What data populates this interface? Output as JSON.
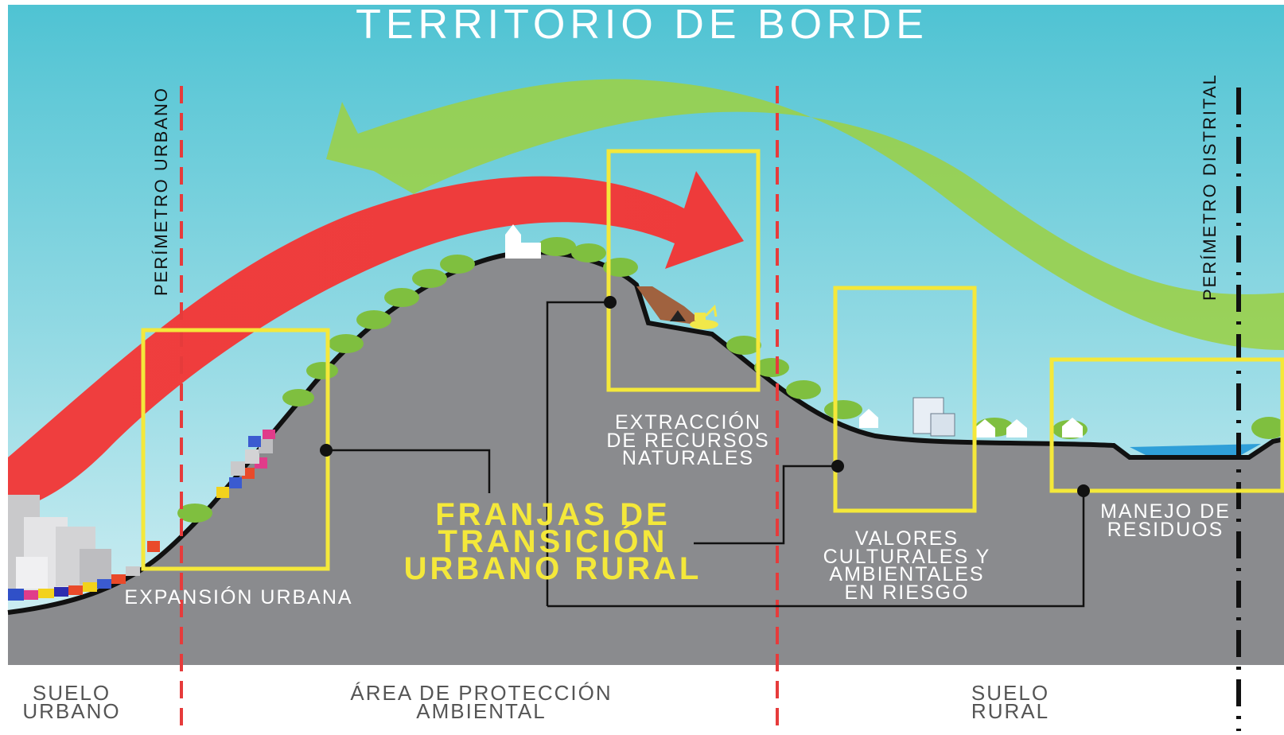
{
  "title": "TERRITORIO DE BORDE",
  "perimeters": {
    "urbano": "PERÍMETRO URBANO",
    "distrital": "PERÍMETRO DISTRITAL"
  },
  "labels": {
    "expansion": "EXPANSIÓN URBANA",
    "extraccion": "EXTRACCIÓN\nDE RECURSOS\nNATURALES",
    "valores": "VALORES\nCULTURALES Y\nAMBIENTALES\nEN RIESGO",
    "residuos": "MANEJO DE\nRESIDUOS",
    "franjas": "FRANJAS DE\nTRANSICIÓN\nURBANO RURAL"
  },
  "zones": {
    "urbano": "SUELO\nURBANO",
    "proteccion": "ÁREA DE PROTECCIÓN\nAMBIENTAL",
    "rural": "SUELO\nRURAL"
  },
  "colors": {
    "sky_top": "#4fc3d3",
    "sky_bottom": "#cfeef3",
    "ground": "#8a8b8e",
    "red_arrow": "#ef3e3e",
    "green_arrow": "#9ad04a",
    "highlight_box": "#f4e83a",
    "perimeter_urbano": "#e63b3b",
    "perimeter_distrital": "#111111",
    "vegetation": "#7fbf3f",
    "water": "#2f9fd8"
  }
}
